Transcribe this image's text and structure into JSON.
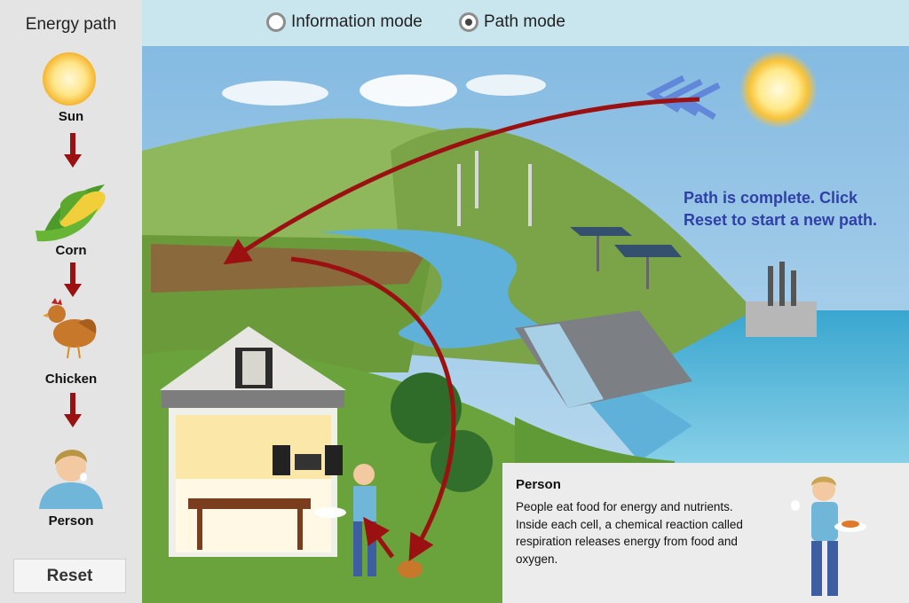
{
  "sidebar": {
    "title": "Energy path",
    "steps": [
      {
        "label": "Sun",
        "icon": "sun-icon"
      },
      {
        "label": "Corn",
        "icon": "corn-icon"
      },
      {
        "label": "Chicken",
        "icon": "chicken-icon"
      },
      {
        "label": "Person",
        "icon": "person-icon"
      }
    ],
    "reset_label": "Reset"
  },
  "modes": {
    "information": "Information mode",
    "path": "Path mode",
    "selected": "path"
  },
  "status_message": "Path is complete. Click Reset to start a new path.",
  "info_panel": {
    "title": "Person",
    "text": "People eat food for energy and nutrients. Inside each cell, a chemical reaction called respiration releases energy from food and oxygen."
  },
  "colors": {
    "arrow": "#9b1111",
    "status_text": "#2f40a8",
    "sky": "#8fc3e6",
    "topbar": "#c9e6ee",
    "sidebar": "#e4e4e4"
  }
}
